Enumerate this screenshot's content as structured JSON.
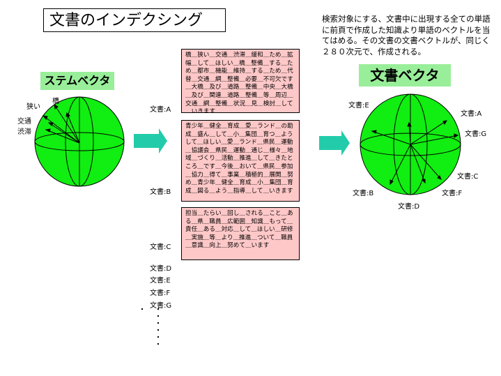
{
  "title": "文書のインデクシング",
  "description": "検索対象にする、文書中に出現する全ての単語に前頁で作成した知識より単語のベクトルを当てはめる。その文書の文書ベクトルが、同じく２８０次元で、作成される。",
  "stem_vector_label": "ステムベクタ",
  "doc_vector_label": "文書ベクタ",
  "stem_words": [
    "狭い",
    "橋",
    "交通",
    "渋滞"
  ],
  "documents": [
    {
      "label": "文書:A",
      "text": "橋＿狭い＿交通＿渋滞＿緩和＿ため＿拡幅＿して＿ほしい＿橋＿整備＿する＿ため＿都市＿機能＿維持＿する＿ため＿代替＿交通＿網＿整備＿必要＿不可欠です＿大橋＿及び＿道路＿整備＿中央＿大橋＿及び＿関連＿道路＿整備＿等＿周辺＿交通＿網＿整備＿状況＿見＿検討＿して＿いきます"
    },
    {
      "label": "文書:B",
      "text": "青少年＿健全＿育成＿愛＿ランド＿の助成＿盛ん＿して＿小＿集団＿育つ＿ようして＿ほしい＿愛＿ランド＿県民＿運動＿協議会＿県民＿運動＿通じ＿様々＿地域＿づくり＿活動＿推進＿して＿きたところ＿です＿今後＿おいて＿県民＿参加＿協力＿得て＿事業＿積極的＿展開＿努め＿青少年＿健全＿育成＿小＿集団＿育成＿図る＿よう＿指導＿して＿いきます"
    },
    {
      "label": "文書:C",
      "text": "担当＿たらい＿回し＿される＿こと＿ある＿県＿職員＿広範囲＿知識＿もって＿責任＿ある＿対応＿して＿ほしい＿研修＿実施＿等＿より＿推進＿ついて＿職員＿意識＿向上＿努めて＿います"
    },
    {
      "label": "文書:D"
    },
    {
      "label": "文書:E"
    },
    {
      "label": "文書:F"
    },
    {
      "label": "文書:G"
    }
  ],
  "right_labels": [
    "文書:E",
    "文書:A",
    "文書:G",
    "文書:C",
    "文書:F",
    "文書:D",
    "文書:B"
  ],
  "colors": {
    "sphere": "#11ee11",
    "arrow": "#22ccaa",
    "pink": "#ffc8c8",
    "label_bg": "#99ee99"
  }
}
